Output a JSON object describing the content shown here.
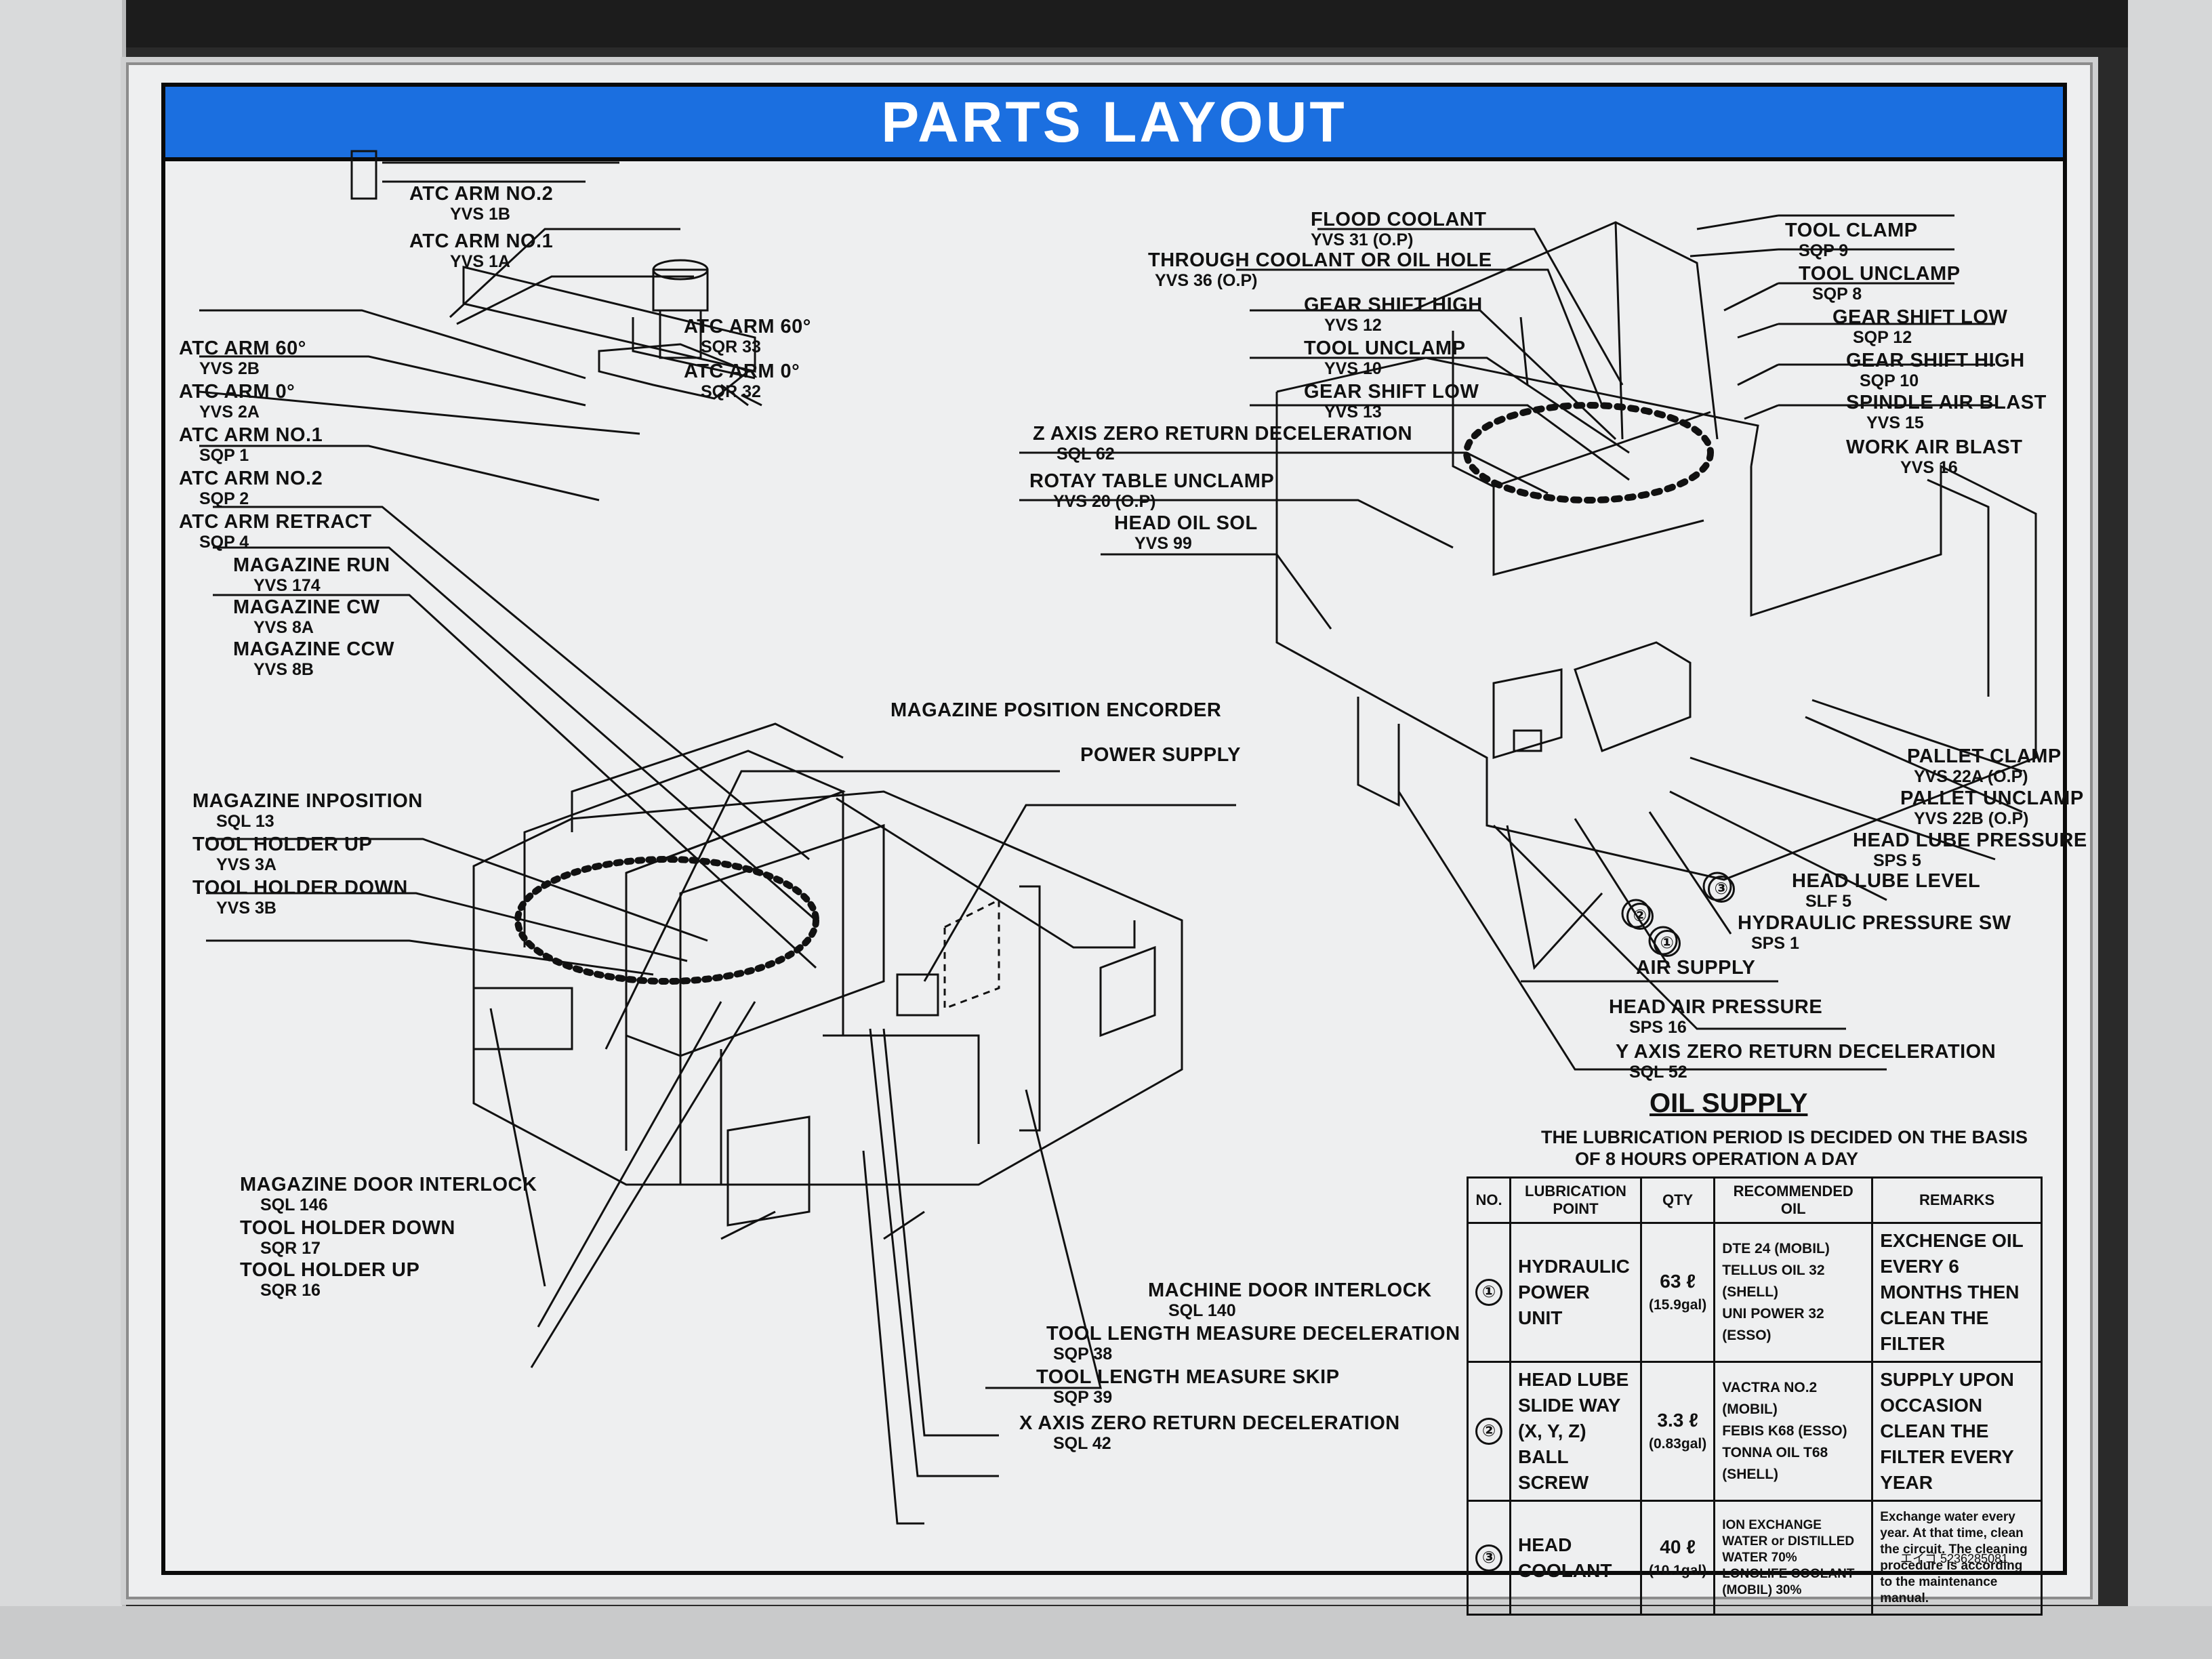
{
  "title": "PARTS LAYOUT",
  "left_labels": [
    {
      "name": "ATC ARM NO.2",
      "code": "YVS 1B"
    },
    {
      "name": "ATC ARM NO.1",
      "code": "YVS 1A"
    },
    {
      "name": "ATC ARM 60°",
      "code": "YVS 2B"
    },
    {
      "name": "ATC ARM 0°",
      "code": "YVS 2A"
    },
    {
      "name": "ATC ARM NO.1",
      "code": "SQP 1"
    },
    {
      "name": "ATC ARM NO.2",
      "code": "SQP 2"
    },
    {
      "name": "ATC ARM RETRACT",
      "code": "SQP 4"
    },
    {
      "name": "MAGAZINE RUN",
      "code": "YVS 174"
    },
    {
      "name": "MAGAZINE CW",
      "code": "YVS 8A"
    },
    {
      "name": "MAGAZINE CCW",
      "code": "YVS 8B"
    },
    {
      "name": "ATC ARM 60°",
      "code": "SQR 33"
    },
    {
      "name": "ATC ARM 0°",
      "code": "SQR 32"
    },
    {
      "name": "MAGAZINE POSITION ENCORDER",
      "code": ""
    },
    {
      "name": "POWER SUPPLY",
      "code": ""
    },
    {
      "name": "MAGAZINE INPOSITION",
      "code": "SQL 13"
    },
    {
      "name": "TOOL HOLDER UP",
      "code": "YVS 3A"
    },
    {
      "name": "TOOL HOLDER DOWN",
      "code": "YVS 3B"
    },
    {
      "name": "MAGAZINE DOOR INTERLOCK",
      "code": "SQL 146"
    },
    {
      "name": "TOOL HOLDER DOWN",
      "code": "SQR 17"
    },
    {
      "name": "TOOL HOLDER UP",
      "code": "SQR 16"
    },
    {
      "name": "MACHINE DOOR INTERLOCK",
      "code": "SQL 140"
    },
    {
      "name": "TOOL LENGTH MEASURE DECELERATION",
      "code": "SQP 38"
    },
    {
      "name": "TOOL LENGTH MEASURE SKIP",
      "code": "SQP 39"
    },
    {
      "name": "X AXIS ZERO RETURN DECELERATION",
      "code": "SQL 42"
    }
  ],
  "right_labels": [
    {
      "name": "FLOOD COOLANT",
      "code": "YVS 31   (O.P)"
    },
    {
      "name": "THROUGH COOLANT OR OIL HOLE",
      "code": "YVS 36  (O.P)"
    },
    {
      "name": "GEAR SHIFT HIGH",
      "code": "YVS 12"
    },
    {
      "name": "TOOL UNCLAMP",
      "code": "YVS 10"
    },
    {
      "name": "GEAR SHIFT LOW",
      "code": "YVS 13"
    },
    {
      "name": "Z AXIS ZERO RETURN DECELERATION",
      "code": "SQL 62"
    },
    {
      "name": "ROTAY TABLE UNCLAMP",
      "code": "YVS 20    (O.P)"
    },
    {
      "name": "HEAD OIL SOL",
      "code": "YVS 99"
    },
    {
      "name": "TOOL CLAMP",
      "code": "SQP 9"
    },
    {
      "name": "TOOL UNCLAMP",
      "code": "SQP 8"
    },
    {
      "name": "GEAR SHIFT LOW",
      "code": "SQP 12"
    },
    {
      "name": "GEAR SHIFT HIGH",
      "code": "SQP 10"
    },
    {
      "name": "SPINDLE AIR BLAST",
      "code": "YVS 15"
    },
    {
      "name": "WORK AIR BLAST",
      "code": "YVS 16"
    },
    {
      "name": "PALLET CLAMP",
      "code": "YVS 22A   (O.P)"
    },
    {
      "name": "PALLET UNCLAMP",
      "code": "YVS 22B   (O.P)"
    },
    {
      "name": "HEAD LUBE PRESSURE",
      "code": "SPS 5"
    },
    {
      "name": "HEAD LUBE LEVEL",
      "code": "SLF 5"
    },
    {
      "name": "HYDRAULIC PRESSURE SW",
      "code": "SPS 1"
    },
    {
      "name": "AIR SUPPLY",
      "code": ""
    },
    {
      "name": "HEAD AIR PRESSURE",
      "code": "SPS 16"
    },
    {
      "name": "Y AXIS ZERO RETURN DECELERATION",
      "code": "SQL 52"
    }
  ],
  "circle_marks": [
    "①",
    "②",
    "③"
  ],
  "oil_supply": {
    "title": "OIL SUPPLY",
    "intro_line1": "THE LUBRICATION PERIOD IS DECIDED ON THE BASIS",
    "intro_line2": "OF 8 HOURS OPERATION A DAY",
    "headers": [
      "NO.",
      "LUBRICATION POINT",
      "QTY",
      "RECOMMENDED OIL",
      "REMARKS"
    ],
    "rows": [
      {
        "no": "①",
        "point": "HYDRAULIC POWER UNIT",
        "qty": "63 ℓ",
        "qty2": "(15.9gal)",
        "oil": [
          "DTE 24              (MOBIL)",
          "TELLUS OIL 32  (SHELL)",
          "UNI POWER 32   (ESSO)"
        ],
        "remarks": "EXCHENGE OIL EVERY 6 MONTHS THEN CLEAN THE FILTER"
      },
      {
        "no": "②",
        "point": "HEAD LUBE SLIDE WAY (X, Y, Z) BALL SCREW",
        "qty": "3.3 ℓ",
        "qty2": "(0.83gal)",
        "oil": [
          "VACTRA NO.2  (MOBIL)",
          "FEBIS K68          (ESSO)",
          "TONNA OIL T68 (SHELL)"
        ],
        "remarks": "SUPPLY UPON OCCASION CLEAN THE FILTER EVERY YEAR"
      },
      {
        "no": "③",
        "point": "HEAD COOLANT",
        "qty": "40 ℓ",
        "qty2": "(10.1gal)",
        "oil": [
          "ION EXCHANGE WATER or DISTILLED WATER 70%",
          "LONGLIFE COOLANT (MOBIL) 30%"
        ],
        "remarks": "Exchange water every year. At that time, clean the circuit. The cleaning procedure is according to the maintenance manual."
      }
    ]
  },
  "footer_code": "エイゴ 5236285081",
  "colors": {
    "title_bar": "#1b6fe0",
    "plate": "#eeeff0",
    "ink": "#111111"
  }
}
